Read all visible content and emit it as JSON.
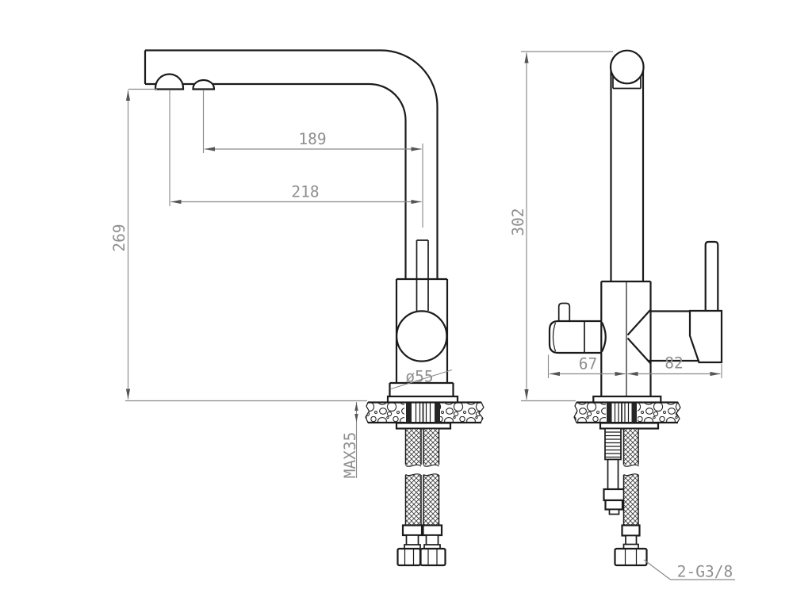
{
  "drawing": {
    "type": "technical-dimension-drawing",
    "subject": "kitchen faucet, side view and front view with mounting hoses",
    "colors": {
      "background": "#ffffff",
      "outline": "#1b1b1b",
      "dimension_line": "#8a8a8a",
      "dimension_text": "#8f8f8f"
    },
    "labels": {
      "dim_spout_inner_reach": "189",
      "dim_spout_outer_reach": "218",
      "dim_spout_height": "269",
      "dim_overall_height": "302",
      "dim_filter_knob_offset": "67",
      "dim_lever_offset": "82",
      "dim_base_diameter": "ø55",
      "dim_max_counter_thickness": "MAX35",
      "hose_thread_callout": "2-G3/8"
    }
  }
}
